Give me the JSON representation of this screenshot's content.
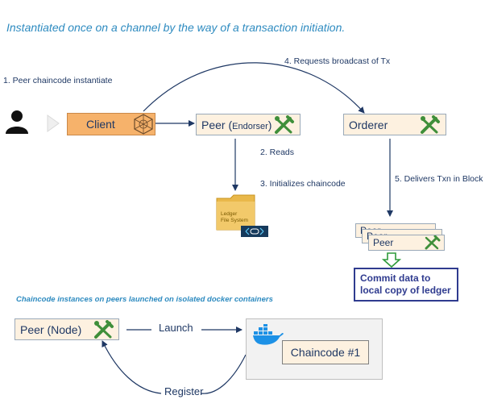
{
  "title": "Instantiated once on a channel by the way of a transaction initiation.",
  "steps": {
    "s1": "1. Peer chaincode instantiate",
    "s2": "2. Reads",
    "s3": "3. Initializes chaincode",
    "s4": "4. Requests broadcast of Tx",
    "s5": "5. Delivers Txn in Block"
  },
  "nodes": {
    "client": "Client",
    "peer_endorser_main": "Peer (",
    "peer_endorser_small": "Endorser",
    "peer_endorser_close": ")",
    "orderer": "Orderer",
    "peer_stack": "Peer",
    "peer_stack_back1": "Peer",
    "peer_stack_back2": "Peer",
    "peer_node": "Peer (Node)",
    "chaincode": "Chaincode #1"
  },
  "ledger": {
    "line1": "Ledger",
    "line2": "File System"
  },
  "commit": {
    "line1": "Commit data to",
    "line2": "local copy of ledger"
  },
  "subtitle": "Chaincode instances on peers launched on isolated docker containers",
  "edges": {
    "launch": "Launch",
    "register": "Register"
  },
  "colors": {
    "title": "#2e8bc0",
    "text": "#1f3864",
    "client_fill": "#f6b26b",
    "box_fill": "#fdf1e0",
    "arrow": "#1f3864",
    "tool_green": "#3f8f3a",
    "commit_border": "#2f3b8f",
    "folder": "#e9b84a",
    "docker_blue": "#1d91e6"
  },
  "icons": [
    "user-icon",
    "play-triangle-icon",
    "hyperledger-icon",
    "tools-icon",
    "folder-icon",
    "chain-link-icon",
    "down-arrow-icon",
    "docker-whale-icon"
  ]
}
